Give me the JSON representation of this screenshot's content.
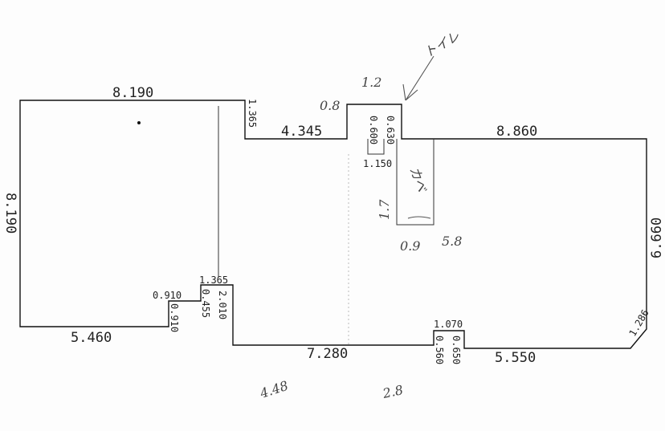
{
  "dimensions": {
    "top_left": "8.190",
    "left_side": "8.190",
    "bottom_left": "5.460",
    "step_left_1": "0.910",
    "step_left_2": "0.910",
    "step_left_3": "0.455",
    "step_mid_top": "1.365",
    "step_mid_vertical": "2.010",
    "notch_top_left": "1.365",
    "mid_top": "4.345",
    "chimney_left": "0.600",
    "chimney_right": "0.630",
    "chimney_bottom": "1.150",
    "right_top": "8.860",
    "right_side": "6.660",
    "corner_diagonal": "1.286",
    "bottom_mid": "7.280",
    "step_bottom_top": "1.070",
    "step_bottom_left": "0.560",
    "step_bottom_right": "0.650",
    "bottom_right": "5.550"
  },
  "handwritten": {
    "top_08": "0.8",
    "top_12": "1.2",
    "top_note": "トイレ",
    "side_17": "1.7",
    "side_note": "カベ",
    "mid_09": "0.9",
    "mid_58": "5.8",
    "bottom_448": "4.48",
    "bottom_28": "2.8"
  }
}
